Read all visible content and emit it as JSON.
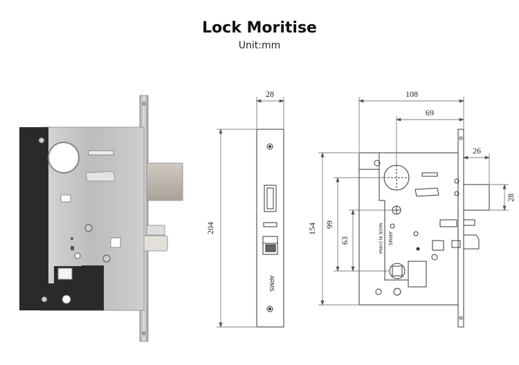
{
  "header": {
    "title": "Lock Moritise",
    "unit": "Unit:mm"
  },
  "front_view": {
    "width_label": "28",
    "height_label": "204",
    "brand_text": "ARMS"
  },
  "side_view": {
    "overall_width_label": "108",
    "backset_label": "69",
    "latch_projection_label": "26",
    "latch_height_label": "28",
    "case_height_label": "154",
    "spindle_to_cylinder_label": "99",
    "center_label": "63",
    "stamp_text": "MADE IN CHINA",
    "brand_text": "ARMS"
  },
  "colors": {
    "line": "#333333",
    "dark_plate": "#2a2a2a",
    "steel": "#c8c8c8"
  }
}
